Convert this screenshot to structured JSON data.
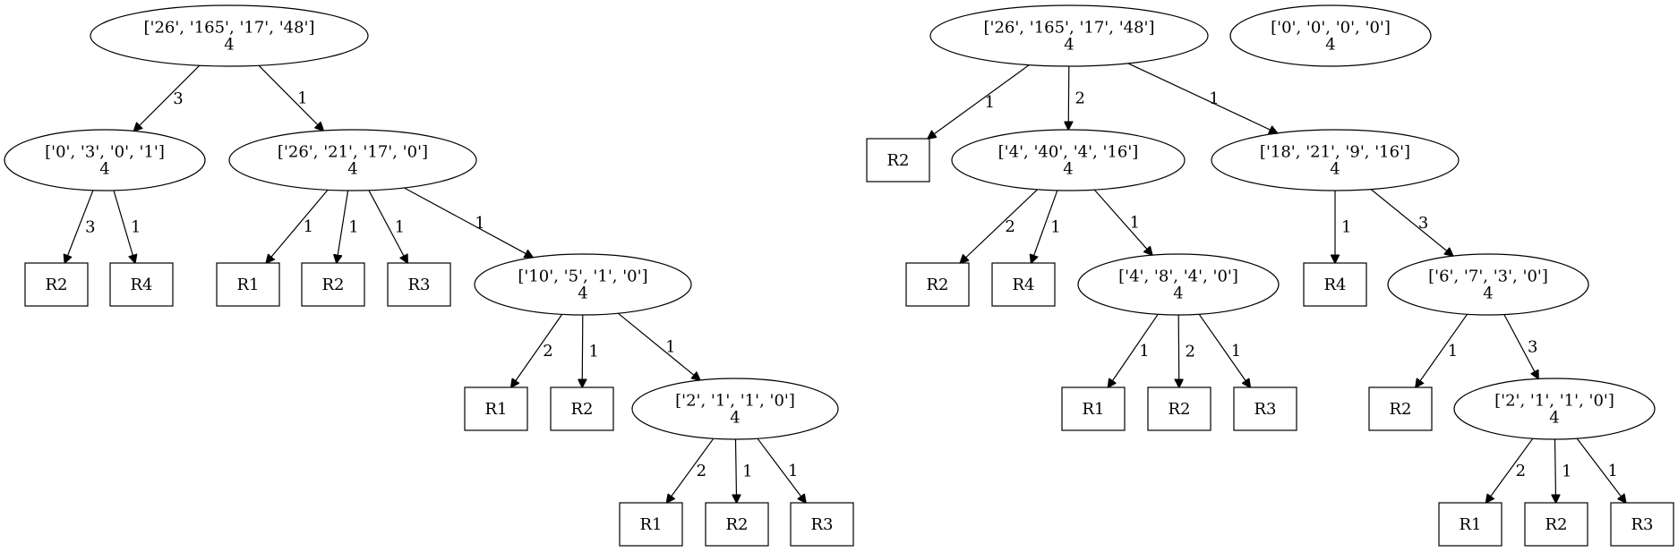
{
  "diagram": {
    "nodes": {
      "a0": {
        "lines": [
          "['26', '165', '17', '48']",
          "4"
        ]
      },
      "a1": {
        "lines": [
          "['0', '3', '0', '1']",
          "4"
        ]
      },
      "a2": {
        "lines": [
          "['26', '21', '17', '0']",
          "4"
        ]
      },
      "a3": {
        "lines": [
          "R2"
        ]
      },
      "a4": {
        "lines": [
          "R4"
        ]
      },
      "a5": {
        "lines": [
          "R1"
        ]
      },
      "a6": {
        "lines": [
          "R2"
        ]
      },
      "a7": {
        "lines": [
          "R3"
        ]
      },
      "a8": {
        "lines": [
          "['10', '5', '1', '0']",
          "4"
        ]
      },
      "a9": {
        "lines": [
          "R1"
        ]
      },
      "a10": {
        "lines": [
          "R2"
        ]
      },
      "a11": {
        "lines": [
          "['2', '1', '1', '0']",
          "4"
        ]
      },
      "a12": {
        "lines": [
          "R1"
        ]
      },
      "a13": {
        "lines": [
          "R2"
        ]
      },
      "a14": {
        "lines": [
          "R3"
        ]
      },
      "b0": {
        "lines": [
          "['26', '165', '17', '48']",
          "4"
        ]
      },
      "c0": {
        "lines": [
          "['0', '0', '0', '0']",
          "4"
        ]
      },
      "b1": {
        "lines": [
          "R2"
        ]
      },
      "b2": {
        "lines": [
          "['4', '40', '4', '16']",
          "4"
        ]
      },
      "b3": {
        "lines": [
          "['18', '21', '9', '16']",
          "4"
        ]
      },
      "b4": {
        "lines": [
          "R2"
        ]
      },
      "b5": {
        "lines": [
          "R4"
        ]
      },
      "b6": {
        "lines": [
          "['4', '8', '4', '0']",
          "4"
        ]
      },
      "b7": {
        "lines": [
          "R4"
        ]
      },
      "b8": {
        "lines": [
          "['6', '7', '3', '0']",
          "4"
        ]
      },
      "b9": {
        "lines": [
          "R1"
        ]
      },
      "b10": {
        "lines": [
          "R2"
        ]
      },
      "b11": {
        "lines": [
          "R3"
        ]
      },
      "b12": {
        "lines": [
          "R2"
        ]
      },
      "b13": {
        "lines": [
          "['2', '1', '1', '0']",
          "4"
        ]
      },
      "b14": {
        "lines": [
          "R1"
        ]
      },
      "b15": {
        "lines": [
          "R2"
        ]
      },
      "b16": {
        "lines": [
          "R3"
        ]
      }
    },
    "edges": [
      {
        "from": "a0",
        "to": "a1",
        "label": "3"
      },
      {
        "from": "a0",
        "to": "a2",
        "label": "1"
      },
      {
        "from": "a1",
        "to": "a3",
        "label": "3"
      },
      {
        "from": "a1",
        "to": "a4",
        "label": "1"
      },
      {
        "from": "a2",
        "to": "a5",
        "label": "1"
      },
      {
        "from": "a2",
        "to": "a6",
        "label": "1"
      },
      {
        "from": "a2",
        "to": "a7",
        "label": "1"
      },
      {
        "from": "a2",
        "to": "a8",
        "label": "1"
      },
      {
        "from": "a8",
        "to": "a9",
        "label": "2"
      },
      {
        "from": "a8",
        "to": "a10",
        "label": "1"
      },
      {
        "from": "a8",
        "to": "a11",
        "label": "1"
      },
      {
        "from": "a11",
        "to": "a12",
        "label": "2"
      },
      {
        "from": "a11",
        "to": "a13",
        "label": "1"
      },
      {
        "from": "a11",
        "to": "a14",
        "label": "1"
      },
      {
        "from": "b0",
        "to": "b1",
        "label": "1"
      },
      {
        "from": "b0",
        "to": "b2",
        "label": "2"
      },
      {
        "from": "b0",
        "to": "b3",
        "label": "1"
      },
      {
        "from": "b2",
        "to": "b4",
        "label": "2"
      },
      {
        "from": "b2",
        "to": "b5",
        "label": "1"
      },
      {
        "from": "b2",
        "to": "b6",
        "label": "1"
      },
      {
        "from": "b3",
        "to": "b7",
        "label": "1"
      },
      {
        "from": "b3",
        "to": "b8",
        "label": "3"
      },
      {
        "from": "b6",
        "to": "b9",
        "label": "1"
      },
      {
        "from": "b6",
        "to": "b10",
        "label": "2"
      },
      {
        "from": "b6",
        "to": "b11",
        "label": "1"
      },
      {
        "from": "b8",
        "to": "b12",
        "label": "1"
      },
      {
        "from": "b8",
        "to": "b13",
        "label": "3"
      },
      {
        "from": "b13",
        "to": "b14",
        "label": "2"
      },
      {
        "from": "b13",
        "to": "b15",
        "label": "1"
      },
      {
        "from": "b13",
        "to": "b16",
        "label": "1"
      }
    ]
  }
}
